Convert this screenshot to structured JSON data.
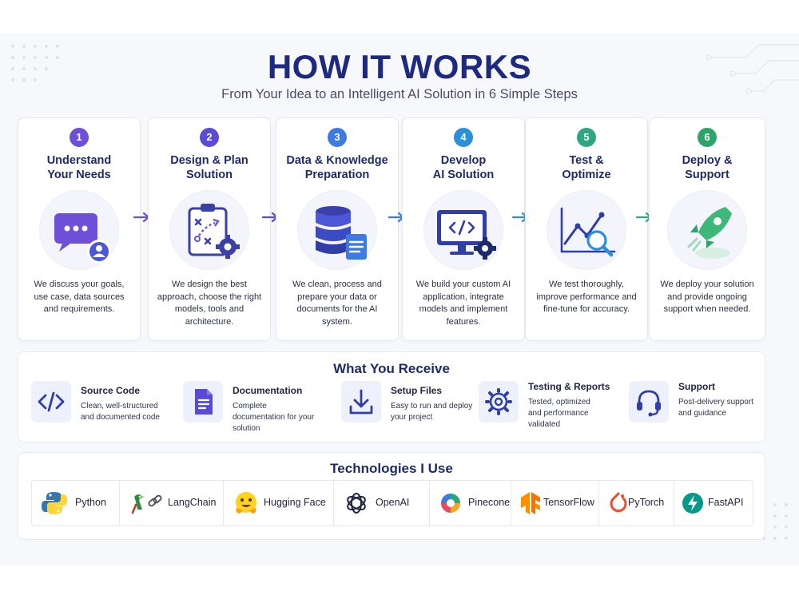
{
  "header": {
    "title": "HOW IT WORKS",
    "subtitle": "From Your Idea to an Intelligent AI Solution in 6 Simple Steps"
  },
  "steps": [
    {
      "number": "1",
      "title_line1": "Understand",
      "title_line2": "Your Needs",
      "desc": "We discuss your goals, use case, data sources and requirements.",
      "color": "#6d4fd8",
      "icon": "chat-bubble-user-icon"
    },
    {
      "number": "2",
      "title_line1": "Design & Plan",
      "title_line2": "Solution",
      "desc": "We design the best approach, choose the right models, tools and architecture.",
      "color": "#5a4bd6",
      "icon": "clipboard-strategy-gear-icon"
    },
    {
      "number": "3",
      "title_line1": "Data & Knowledge",
      "title_line2": "Preparation",
      "desc": "We clean, process and prepare your data or documents for the AI system.",
      "color": "#3d7be0",
      "icon": "database-document-icon"
    },
    {
      "number": "4",
      "title_line1": "Develop",
      "title_line2": "AI Solution",
      "desc": "We build your custom AI application, integrate models and implement features.",
      "color": "#2e8fd9",
      "icon": "monitor-code-gear-icon"
    },
    {
      "number": "5",
      "title_line1": "Test &",
      "title_line2": "Optimize",
      "desc": "We test thoroughly, improve performance and fine-tune for accuracy.",
      "color": "#2fa67f",
      "icon": "chart-magnifier-icon"
    },
    {
      "number": "6",
      "title_line1": "Deploy &",
      "title_line2": "Support",
      "desc": "We deploy your solution and provide ongoing support when needed.",
      "color": "#2ea36a",
      "icon": "rocket-icon"
    }
  ],
  "receive": {
    "title": "What You Receive",
    "items": [
      {
        "title": "Source Code",
        "desc": "Clean, well-structured and documented code",
        "icon": "code-icon"
      },
      {
        "title": "Documentation",
        "desc": "Complete documentation for your solution",
        "icon": "document-icon"
      },
      {
        "title": "Setup Files",
        "desc": "Easy to run and deploy your project",
        "icon": "download-icon"
      },
      {
        "title": "Testing & Reports",
        "desc": "Tested, optimized and performance validated",
        "icon": "gear-icon"
      },
      {
        "title": "Support",
        "desc": "Post-delivery support and guidance",
        "icon": "headset-icon"
      }
    ]
  },
  "technologies": {
    "title": "Technologies I Use",
    "items": [
      {
        "label": "Python",
        "icon": "python-icon"
      },
      {
        "label": "LangChain",
        "icon": "langchain-icon"
      },
      {
        "label": "Hugging Face",
        "icon": "hugging-face-icon"
      },
      {
        "label": "OpenAI",
        "icon": "openai-icon"
      },
      {
        "label": "Pinecone",
        "icon": "pinecone-icon"
      },
      {
        "label": "TensorFlow",
        "icon": "tensorflow-icon"
      },
      {
        "label": "PyTorch",
        "icon": "pytorch-icon"
      },
      {
        "label": "FastAPI",
        "icon": "fastapi-icon"
      }
    ]
  },
  "colors": {
    "title": "#1d2a80",
    "accent_purple": "#6d4fd8",
    "accent_blue": "#3d7be0",
    "accent_green": "#2ea36a"
  }
}
